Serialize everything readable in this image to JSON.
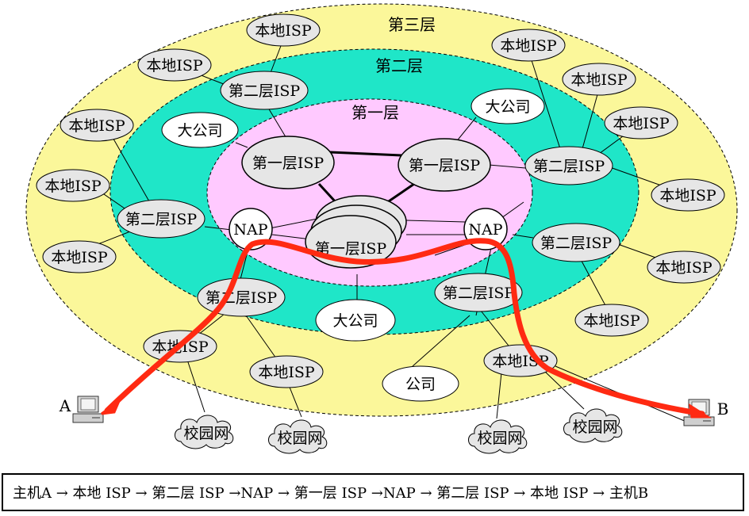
{
  "colors": {
    "outer_ring": "#fbf79a",
    "middle_ring": "#1fe6c8",
    "inner_ring": "#ffc9ff",
    "node_gray": "#e6e6e6",
    "node_white": "#ffffff",
    "path": "#ff2a12",
    "line": "#000000"
  },
  "layers": {
    "tier3": "第三层",
    "tier2": "第二层",
    "tier1": "第一层"
  },
  "labels": {
    "local_isp": "本地ISP",
    "tier2_isp": "第二层ISP",
    "tier1_isp": "第一层ISP",
    "nap": "NAP",
    "big_company": "大公司",
    "company": "公司",
    "campus": "校园网",
    "host_a": "A",
    "host_b": "B"
  },
  "path_caption": "主机A → 本地 ISP → 第二层 ISP →NAP → 第一层 ISP →NAP → 第二层 ISP → 本地 ISP → 主机B",
  "icons": {
    "host": "desktop-computer-icon",
    "campus": "cloud-icon"
  }
}
